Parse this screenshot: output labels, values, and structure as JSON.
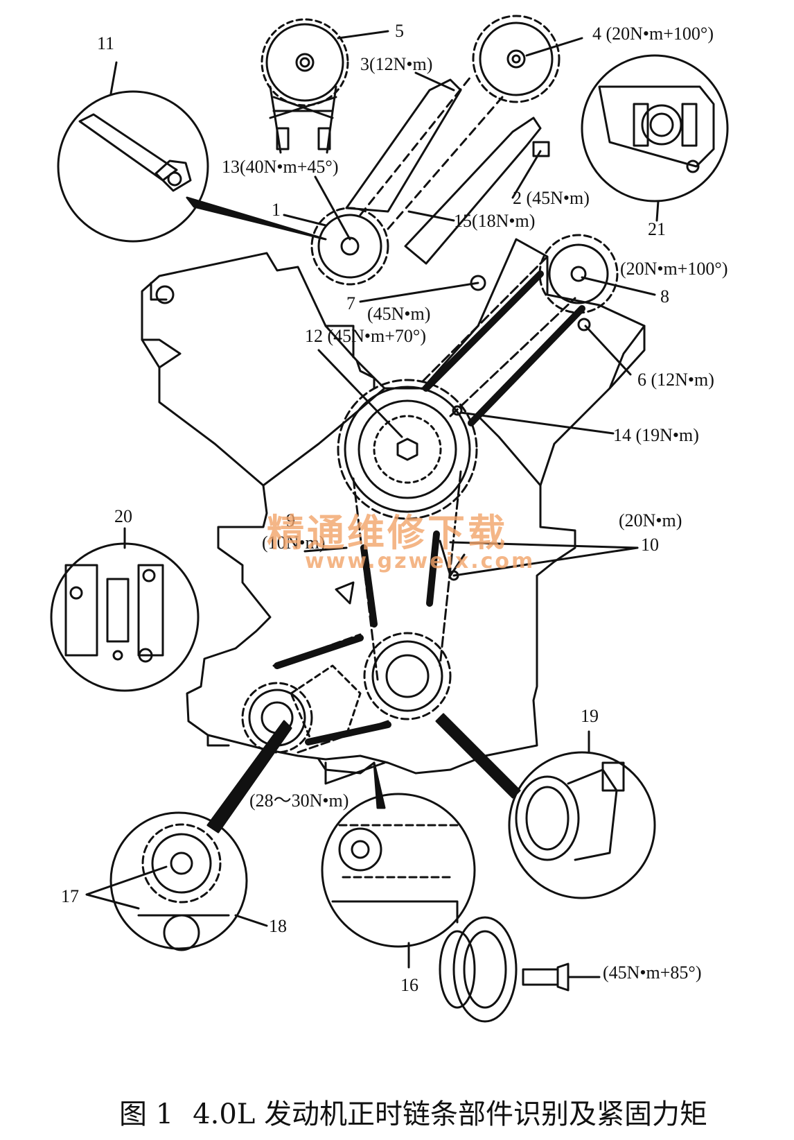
{
  "labels": {
    "l1": "1",
    "l2": "2 (45N•m)",
    "l3": "3(12N•m)",
    "l4": "4 (20N•m+100°)",
    "l5": "5",
    "l6": "6 (12N•m)",
    "l7": "7",
    "l7t": "(45N•m)",
    "l8": "8",
    "l8t": "(20N•m+100°)",
    "l9": "9",
    "l9t": "(10N•m)",
    "l10": "10",
    "l10t": "(20N•m)",
    "l11": "11",
    "l12": "12 (45N•m+70°)",
    "l13": "13(40N•m+45°)",
    "l14": "14 (19N•m)",
    "l15": "15(18N•m)",
    "l16": "16",
    "l17": "17",
    "l18": "18",
    "l19": "19",
    "l20": "20",
    "l21": "21",
    "l_oilpump": "(28～30N•m)",
    "l_bolt": "(45N•m+85°)"
  },
  "watermark": {
    "text": "精通维修下载",
    "url": "www.gzweix.com"
  },
  "caption": {
    "figure": "图 1",
    "title": "4.0L 发动机正时链条部件识别及紧固力矩"
  },
  "colors": {
    "line": "#111111",
    "watermark": "#f2a46a",
    "background": "#ffffff"
  }
}
